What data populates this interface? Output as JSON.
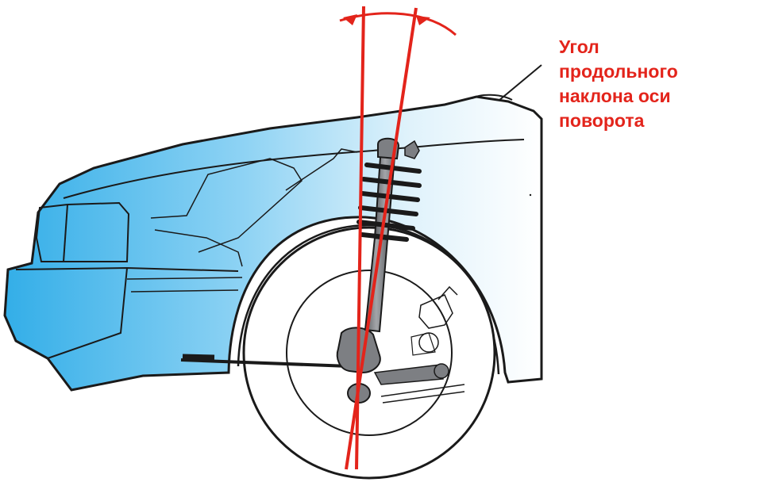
{
  "caption": {
    "lines": [
      "Угол",
      "продольного",
      "наклона оси",
      "поворота"
    ]
  },
  "colors": {
    "accent_red": "#e3241b",
    "body_blue": "#4fb8ec",
    "outline": "#1a1a1a",
    "metal": "#7d7f83"
  },
  "icons": [
    "car-fender-illustration",
    "wheel-icon",
    "coil-spring-icon",
    "shock-absorber-icon",
    "caster-angle-arc"
  ]
}
